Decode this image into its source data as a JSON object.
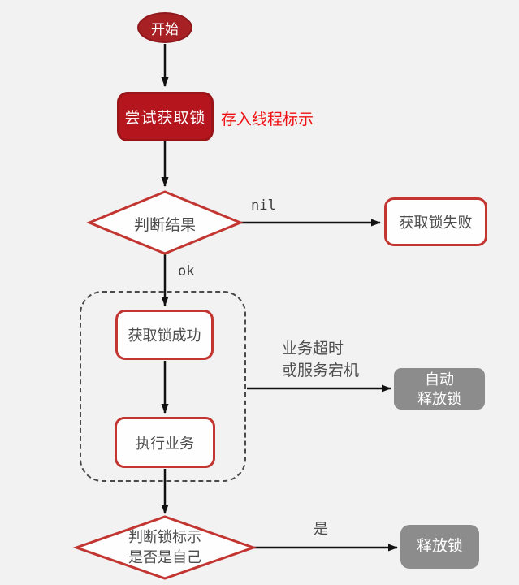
{
  "page": {
    "background": "#f2f2f2"
  },
  "flowchart": {
    "start": {
      "label": "开始"
    },
    "try_lock": {
      "label": "尝试获取锁",
      "note": "存入线程标示"
    },
    "judge_result": {
      "label": "判断结果",
      "branch_nil": "nil",
      "branch_ok": "ok"
    },
    "lock_failed": {
      "label": "获取锁失败"
    },
    "lock_success": {
      "label": "获取锁成功"
    },
    "exec_business": {
      "label": "执行业务"
    },
    "timeout_note": {
      "line1": "业务超时",
      "line2": "或服务宕机"
    },
    "auto_release": {
      "line1": "自动",
      "line2": "释放锁"
    },
    "judge_owner": {
      "line1": "判断锁标示",
      "line2": "是否是自己",
      "branch_yes": "是"
    },
    "release_lock": {
      "label": "释放锁"
    }
  },
  "colors": {
    "background": "#f2f2f2",
    "start_fill": "#a62024",
    "try_lock_fill": "#b5151c",
    "shape_border_red": "#c23531",
    "note_red": "#ee1113",
    "gray_fill": "#8c8c8c",
    "text_dark": "#4d4d4d",
    "arrow_black": "#111111",
    "dashed_border": "#4a4a4a"
  }
}
